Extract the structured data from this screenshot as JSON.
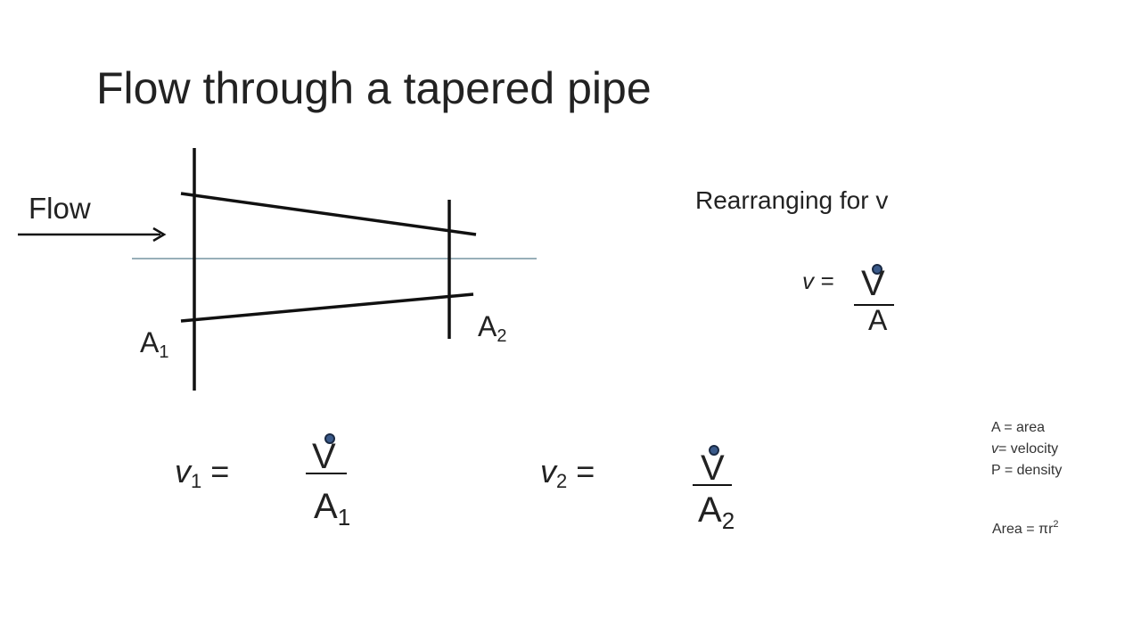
{
  "title": "Flow through a tapered pipe",
  "diagram": {
    "flow_label": "Flow",
    "section1_label": {
      "base": "A",
      "sub": "1"
    },
    "section2_label": {
      "base": "A",
      "sub": "2"
    }
  },
  "rearranging": "Rearranging for v",
  "eq_general": {
    "lhs": "v =",
    "numerator": "V",
    "denominator": "A"
  },
  "eq1": {
    "lhs_base": "v",
    "lhs_sub": "1",
    "lhs_eq": " =",
    "numerator": "V",
    "den_base": "A",
    "den_sub": "1"
  },
  "eq2": {
    "lhs_base": "v",
    "lhs_sub": "2",
    "lhs_eq": " =",
    "numerator": "V",
    "den_base": "A",
    "den_sub": "2"
  },
  "legend": {
    "area": "A = area",
    "velocity_sym": "v",
    "velocity_rest": "= velocity",
    "density": "P = density"
  },
  "area_formula": {
    "text": "Area = πr",
    "sup": "2"
  },
  "colors": {
    "dot": "#3a5a8a",
    "dot_border": "#1a2a44",
    "centerline": "#5b7f8f"
  }
}
